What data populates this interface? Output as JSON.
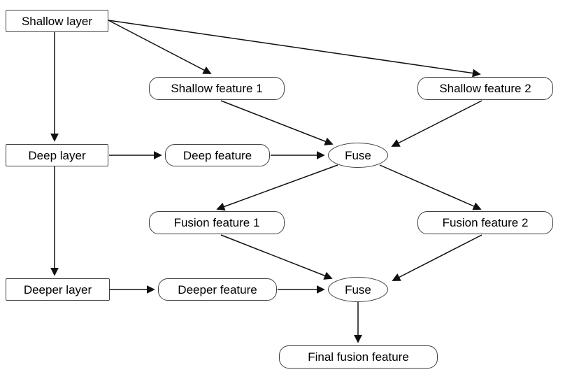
{
  "diagram": {
    "description": "Multi-level feature fusion flowchart",
    "colors": {
      "background": "#ffffff",
      "node_fill": "#ffffff",
      "node_border": "#404040",
      "arrow": "#101010",
      "text": "#000000"
    },
    "nodes": {
      "shallow_layer": {
        "label": "Shallow layer",
        "shape": "rect"
      },
      "shallow_feature_1": {
        "label": "Shallow feature 1",
        "shape": "rounded"
      },
      "shallow_feature_2": {
        "label": "Shallow feature 2",
        "shape": "rounded"
      },
      "deep_layer": {
        "label": "Deep layer",
        "shape": "rect"
      },
      "deep_feature": {
        "label": "Deep feature",
        "shape": "rounded"
      },
      "fuse_1": {
        "label": "Fuse",
        "shape": "ellipse"
      },
      "fusion_feature_1": {
        "label": "Fusion feature 1",
        "shape": "rounded"
      },
      "fusion_feature_2": {
        "label": "Fusion feature 2",
        "shape": "rounded"
      },
      "deeper_layer": {
        "label": "Deeper layer",
        "shape": "rect"
      },
      "deeper_feature": {
        "label": "Deeper feature",
        "shape": "rounded"
      },
      "fuse_2": {
        "label": "Fuse",
        "shape": "ellipse"
      },
      "final_fusion_feature": {
        "label": "Final fusion feature",
        "shape": "rounded"
      }
    },
    "edges": [
      {
        "from": "shallow_layer",
        "to": "shallow_feature_1"
      },
      {
        "from": "shallow_layer",
        "to": "shallow_feature_2"
      },
      {
        "from": "shallow_layer",
        "to": "deep_layer"
      },
      {
        "from": "deep_layer",
        "to": "deeper_layer"
      },
      {
        "from": "deep_layer",
        "to": "deep_feature"
      },
      {
        "from": "deep_feature",
        "to": "fuse_1"
      },
      {
        "from": "shallow_feature_1",
        "to": "fuse_1"
      },
      {
        "from": "shallow_feature_2",
        "to": "fuse_1"
      },
      {
        "from": "fuse_1",
        "to": "fusion_feature_1"
      },
      {
        "from": "fuse_1",
        "to": "fusion_feature_2"
      },
      {
        "from": "fusion_feature_1",
        "to": "fuse_2"
      },
      {
        "from": "fusion_feature_2",
        "to": "fuse_2"
      },
      {
        "from": "deeper_layer",
        "to": "deeper_feature"
      },
      {
        "from": "deeper_feature",
        "to": "fuse_2"
      },
      {
        "from": "fuse_2",
        "to": "final_fusion_feature"
      }
    ]
  }
}
